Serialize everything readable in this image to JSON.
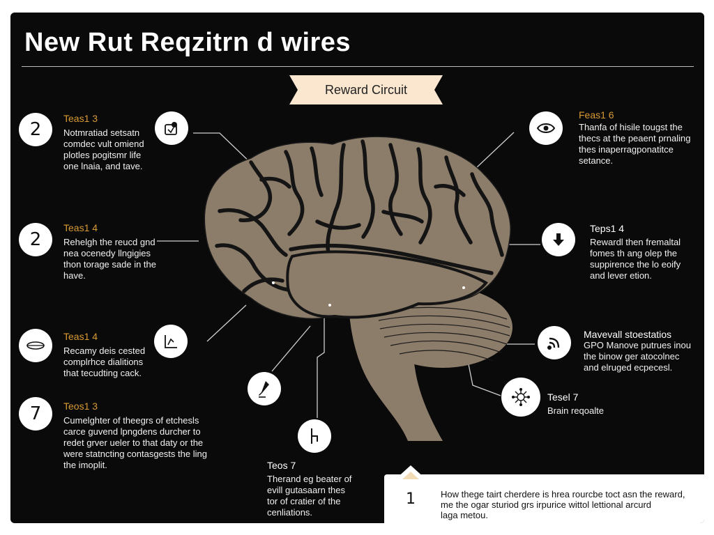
{
  "title": "New Rut Reqzitrn d wires",
  "banner": "Reward Circuit",
  "colors": {
    "background": "#0a0a0a",
    "brain": "#8c7c6a",
    "sulci": "#141414",
    "accent": "#d99a32",
    "banner": "#fbe7cf",
    "line": "#d0d0d0"
  },
  "steps": [
    {
      "id": "left1",
      "number": "2",
      "icon": null,
      "title": "Teas1 3",
      "text": "Notmratiad setsatn\ncomdec vult omiend\nplotles pogitsmr life\none lnaia, and tave."
    },
    {
      "id": "left2",
      "number": "2",
      "icon": null,
      "title": "Teas1 4",
      "text": "Rehelgh the reucd gnd\nnea ocenedy llngigies\nthon torage sade in the\nhave."
    },
    {
      "id": "left3",
      "number": null,
      "icon": "eye-outline-icon",
      "title": "Teas1 4",
      "text": "Recamy deis cested\ncomplrhce dialitions\nthat tecudting cack."
    },
    {
      "id": "left4",
      "number": "7",
      "icon": null,
      "title": "Teos1 3",
      "text": "Cumelghter of theegrs of etchesls\ncarce guvend lpngdens durcher to\nredet grver ueler to that daty or the\nwere statncting contasgests the ling\nthe imoplit."
    },
    {
      "id": "right1",
      "number": null,
      "icon": "eye-icon",
      "title": "Feas1 6",
      "text": "Thanfa of hisile tougst the\nthecs at the peaent prnaling\nthes inaperragponatitce\nsetance."
    },
    {
      "id": "right2",
      "number": null,
      "icon": "download-icon",
      "title": "Teps1 4",
      "text": "Rewardl then fremaltal\nfomes th ang olep the\nsuppirence the lo eoify\nand lever etion."
    },
    {
      "id": "right3",
      "number": null,
      "icon": "wifi-icon",
      "title": "Mavevall stoestatios",
      "text": "GPO Manove putrues inou\nthe binow ger atocolnec\nand elruged ecpecesl."
    },
    {
      "id": "right4",
      "number": null,
      "icon": "network-icon",
      "title": "Tesel 7",
      "text": "Brain reqoalte"
    },
    {
      "id": "bottom",
      "number": null,
      "icon": "flask-icon",
      "title": "Teos 7",
      "text": "Therand eg beater of\nevill gutasaarn thes\ntor of cratier of the\ncenliations."
    }
  ],
  "mid_icons": [
    {
      "id": "mid-left",
      "icon": "chart-icon"
    },
    {
      "id": "top-left",
      "icon": "tag-icon"
    },
    {
      "id": "bottom-mid",
      "icon": "letter-k-icon"
    }
  ],
  "footer": {
    "number": "1",
    "text": "How thege tairt cherdere is hrea rourcbe toct asn the reward,\nme the ogar sturiod grs irpurice wittol lettional arcurd\nlaga metou."
  }
}
